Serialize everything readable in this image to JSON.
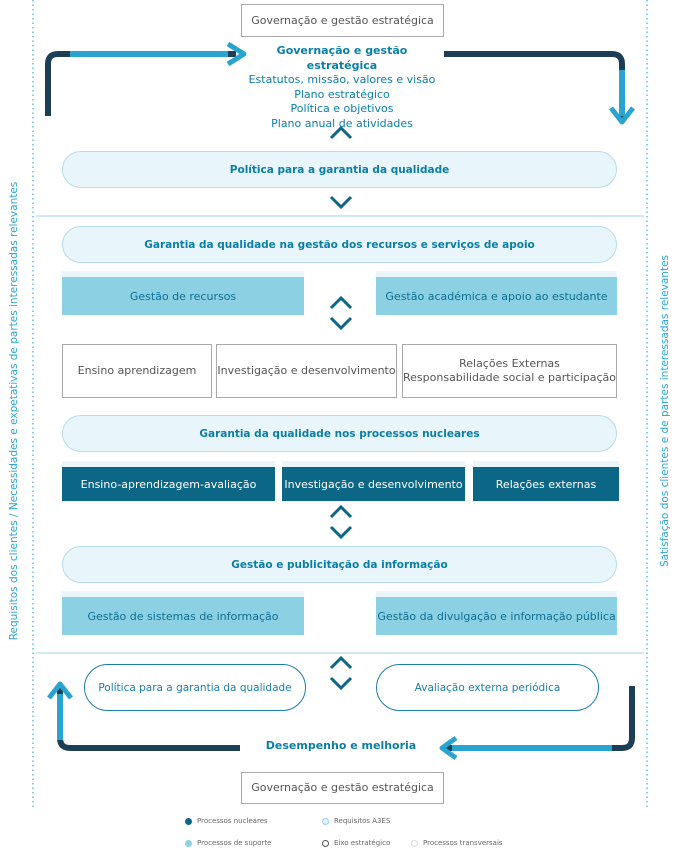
{
  "top_box": "Governação e gestão estratégica",
  "header": {
    "title": "Governação e gestão estratégica",
    "lines": [
      "Estatutos, missão, valores e visão",
      "Plano estratégico",
      "Política e objetivos",
      "Plano anual de atividades"
    ]
  },
  "pill_policy": "Política para a garantia da qualidade",
  "pill_resources": "Garantia da qualidade na gestão dos recursos e serviços de apoio",
  "resources": [
    "Gestão de recursos",
    "Gestão académica e apoio ao estudante"
  ],
  "core_outline": [
    "Ensino aprendizagem",
    "Investigação e desenvolvimento",
    "Relações Externas",
    "Responsabilidade social e participação"
  ],
  "pill_core": "Garantia da qualidade nos processos nucleares",
  "core_dark": [
    "Ensino-aprendizagem-avaliação",
    "Investigação e desenvolvimento",
    "Relações externas"
  ],
  "pill_info": "Gestão e publicitação da informação",
  "info": [
    "Gestão de sistemas de informação",
    "Gestão da divulgação e informação pública"
  ],
  "bottom_left": "Política para a garantia da qualidade",
  "bottom_right": "Avaliação externa periódica",
  "performance": "Desempenho e melhoria",
  "bottom_box": "Governação e gestão estratégica",
  "side_left": "Requisitos dos clientes / Necessidades e expetativas de partes interessadas relevantes",
  "side_right": "Satisfação dos clientes e de partes interessadas relevantes",
  "legend": {
    "core": "Processos nucleares",
    "support": "Processos de suporte",
    "a3es": "Requisitos A3ES",
    "strategic": "Eixo estratégico",
    "transversal": "Processos transversais"
  },
  "colors": {
    "dark": "#0c6787",
    "light": "#8cd0e3",
    "accent": "#2aa6cf",
    "navy": "#1d3f55"
  }
}
